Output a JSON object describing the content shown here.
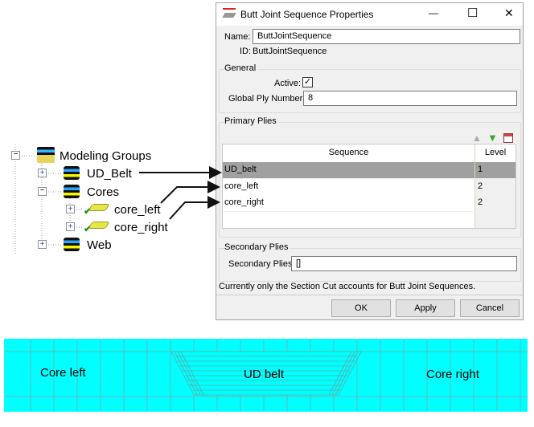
{
  "tree": {
    "items": [
      {
        "label": "Modeling Groups",
        "expander": "−"
      },
      {
        "label": "UD_Belt",
        "expander": "+"
      },
      {
        "label": "Cores",
        "expander": "−"
      },
      {
        "label": "core_left",
        "expander": "+"
      },
      {
        "label": "core_right",
        "expander": "+"
      },
      {
        "label": "Web",
        "expander": "+"
      }
    ]
  },
  "dialog": {
    "title": "Butt Joint Sequence Properties",
    "minimize": "—",
    "maximize": "☐",
    "close": "✕",
    "name_label": "Name:",
    "name_value": "ButtJointSequence",
    "id_label": "ID:",
    "id_value": "ButtJointSequence",
    "general": {
      "title": "General",
      "active_label": "Active:",
      "active_checked": true,
      "check": "✓",
      "gpn_label": "Global Ply Number:",
      "gpn_value": "8"
    },
    "primary": {
      "title": "Primary Plies",
      "columns": [
        "Sequence",
        "Level"
      ],
      "rows": [
        {
          "sequence": "UD_belt",
          "level": "1"
        },
        {
          "sequence": "core_left",
          "level": "2"
        },
        {
          "sequence": "core_right",
          "level": "2"
        }
      ]
    },
    "secondary": {
      "title": "Secondary Plies",
      "label": "Secondary Plies:",
      "value": "[]"
    },
    "status": "Currently only the Section Cut accounts for Butt Joint Sequences.",
    "buttons": {
      "ok": "OK",
      "apply": "Apply",
      "cancel": "Cancel"
    }
  },
  "section": {
    "labels": {
      "left": "Core left",
      "center": "UD belt",
      "right": "Core right"
    },
    "fill": "#00ffff"
  }
}
